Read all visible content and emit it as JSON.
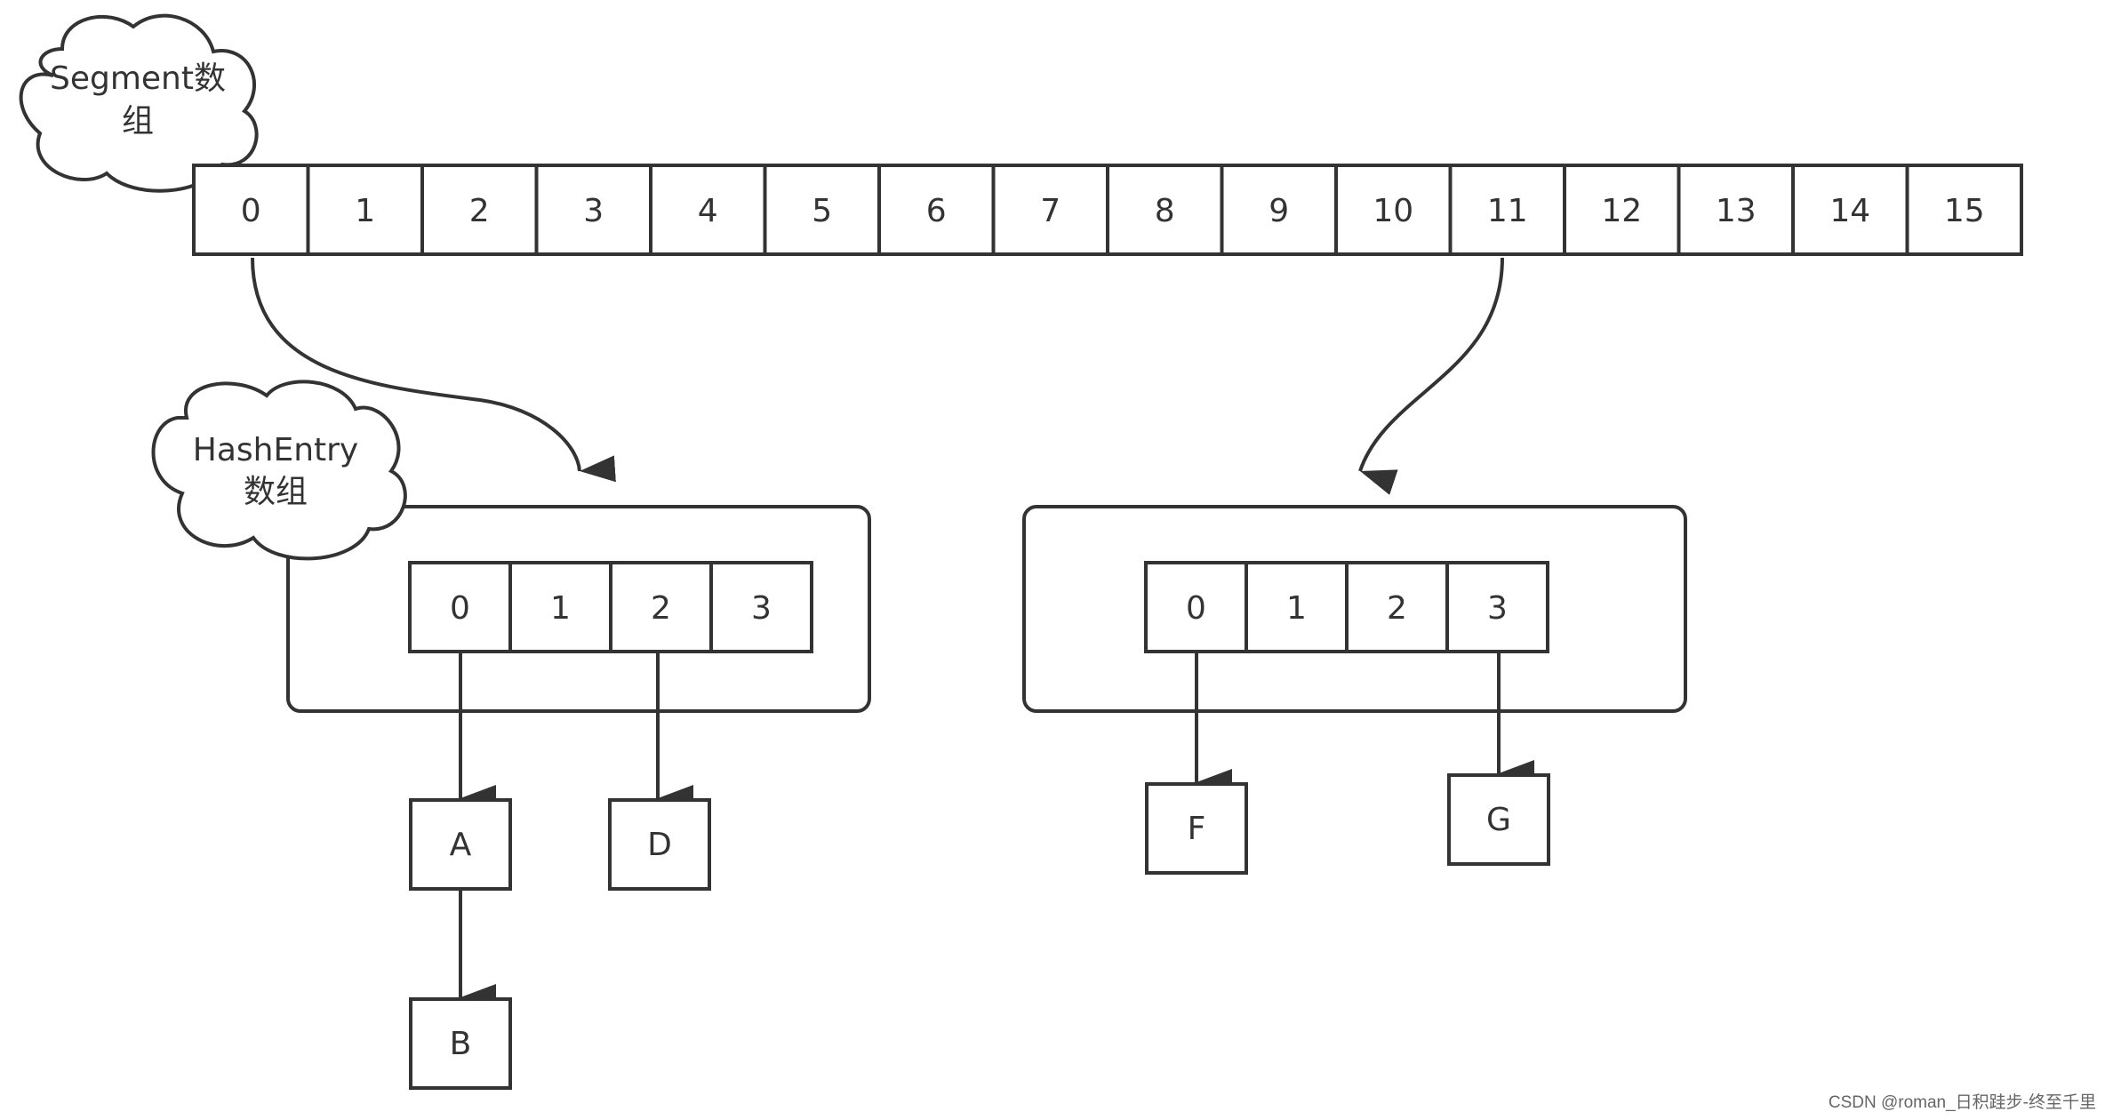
{
  "segment_cloud": {
    "line1": "Segment数",
    "line2": "组"
  },
  "segment_array": [
    "0",
    "1",
    "2",
    "3",
    "4",
    "5",
    "6",
    "7",
    "8",
    "9",
    "10",
    "11",
    "12",
    "13",
    "14",
    "15"
  ],
  "hashentry_cloud": {
    "line1": "HashEntry",
    "line2": "数组"
  },
  "left_hashentry": {
    "cells": [
      "0",
      "1",
      "2",
      "3"
    ],
    "nodes": {
      "a": "A",
      "b": "B",
      "d": "D"
    }
  },
  "right_hashentry": {
    "cells": [
      "0",
      "1",
      "2",
      "3"
    ],
    "nodes": {
      "f": "F",
      "g": "G"
    }
  },
  "watermark": "CSDN @roman_日积跬步-终至千里",
  "colors": {
    "stroke": "#333333",
    "text": "#333333",
    "background": "#ffffff"
  }
}
